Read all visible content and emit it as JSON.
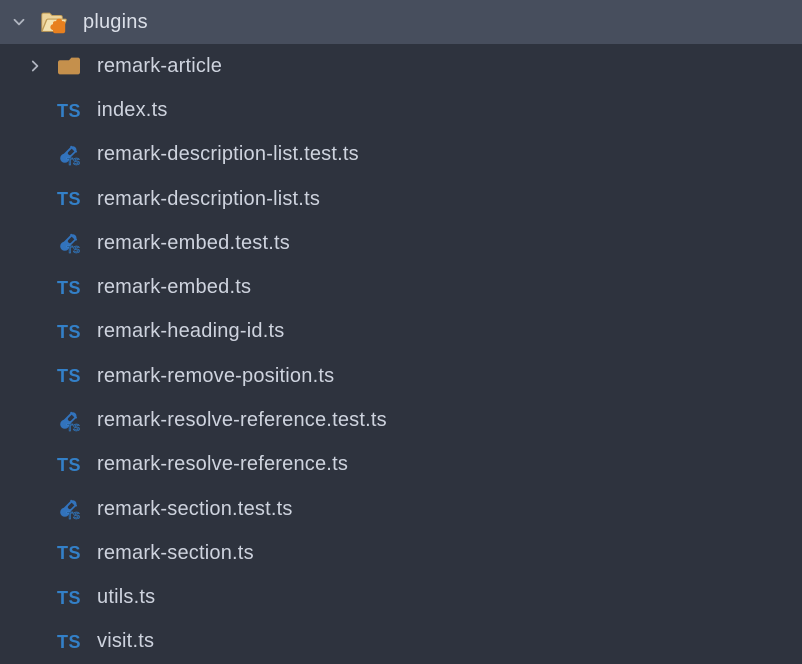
{
  "panel": {
    "name": "project-file-tree"
  },
  "colors": {
    "body_bg": "#2e333e",
    "selected_row_bg": "#474e5d",
    "text": "#ced3de",
    "header_text": "#dbdfe8",
    "chevron": "#b0b5c0",
    "ts_blue": "#3380c8",
    "test_tube_blue": "#3273bc",
    "test_ts_dark": "#1d4976",
    "folder_tan": "#c5904c",
    "open_folder_back": "#ecd39b",
    "open_folder_front": "#f4e3b2",
    "open_folder_outline": "#bf9a55",
    "puzzle_orange": "#e8801f"
  },
  "tree": {
    "ts_badge": "TS",
    "root": {
      "label": "plugins",
      "icon": "plugin",
      "chevron": "down",
      "expanded": true
    },
    "items": [
      {
        "label": "remark-article",
        "icon": "folder",
        "chevron": "right"
      },
      {
        "label": "index.ts",
        "icon": "ts",
        "chevron": "none"
      },
      {
        "label": "remark-description-list.test.ts",
        "icon": "test-ts",
        "chevron": "none"
      },
      {
        "label": "remark-description-list.ts",
        "icon": "ts",
        "chevron": "none"
      },
      {
        "label": "remark-embed.test.ts",
        "icon": "test-ts",
        "chevron": "none"
      },
      {
        "label": "remark-embed.ts",
        "icon": "ts",
        "chevron": "none"
      },
      {
        "label": "remark-heading-id.ts",
        "icon": "ts",
        "chevron": "none"
      },
      {
        "label": "remark-remove-position.ts",
        "icon": "ts",
        "chevron": "none"
      },
      {
        "label": "remark-resolve-reference.test.ts",
        "icon": "test-ts",
        "chevron": "none"
      },
      {
        "label": "remark-resolve-reference.ts",
        "icon": "ts",
        "chevron": "none"
      },
      {
        "label": "remark-section.test.ts",
        "icon": "test-ts",
        "chevron": "none"
      },
      {
        "label": "remark-section.ts",
        "icon": "ts",
        "chevron": "none"
      },
      {
        "label": "utils.ts",
        "icon": "ts",
        "chevron": "none"
      },
      {
        "label": "visit.ts",
        "icon": "ts",
        "chevron": "none"
      }
    ]
  }
}
